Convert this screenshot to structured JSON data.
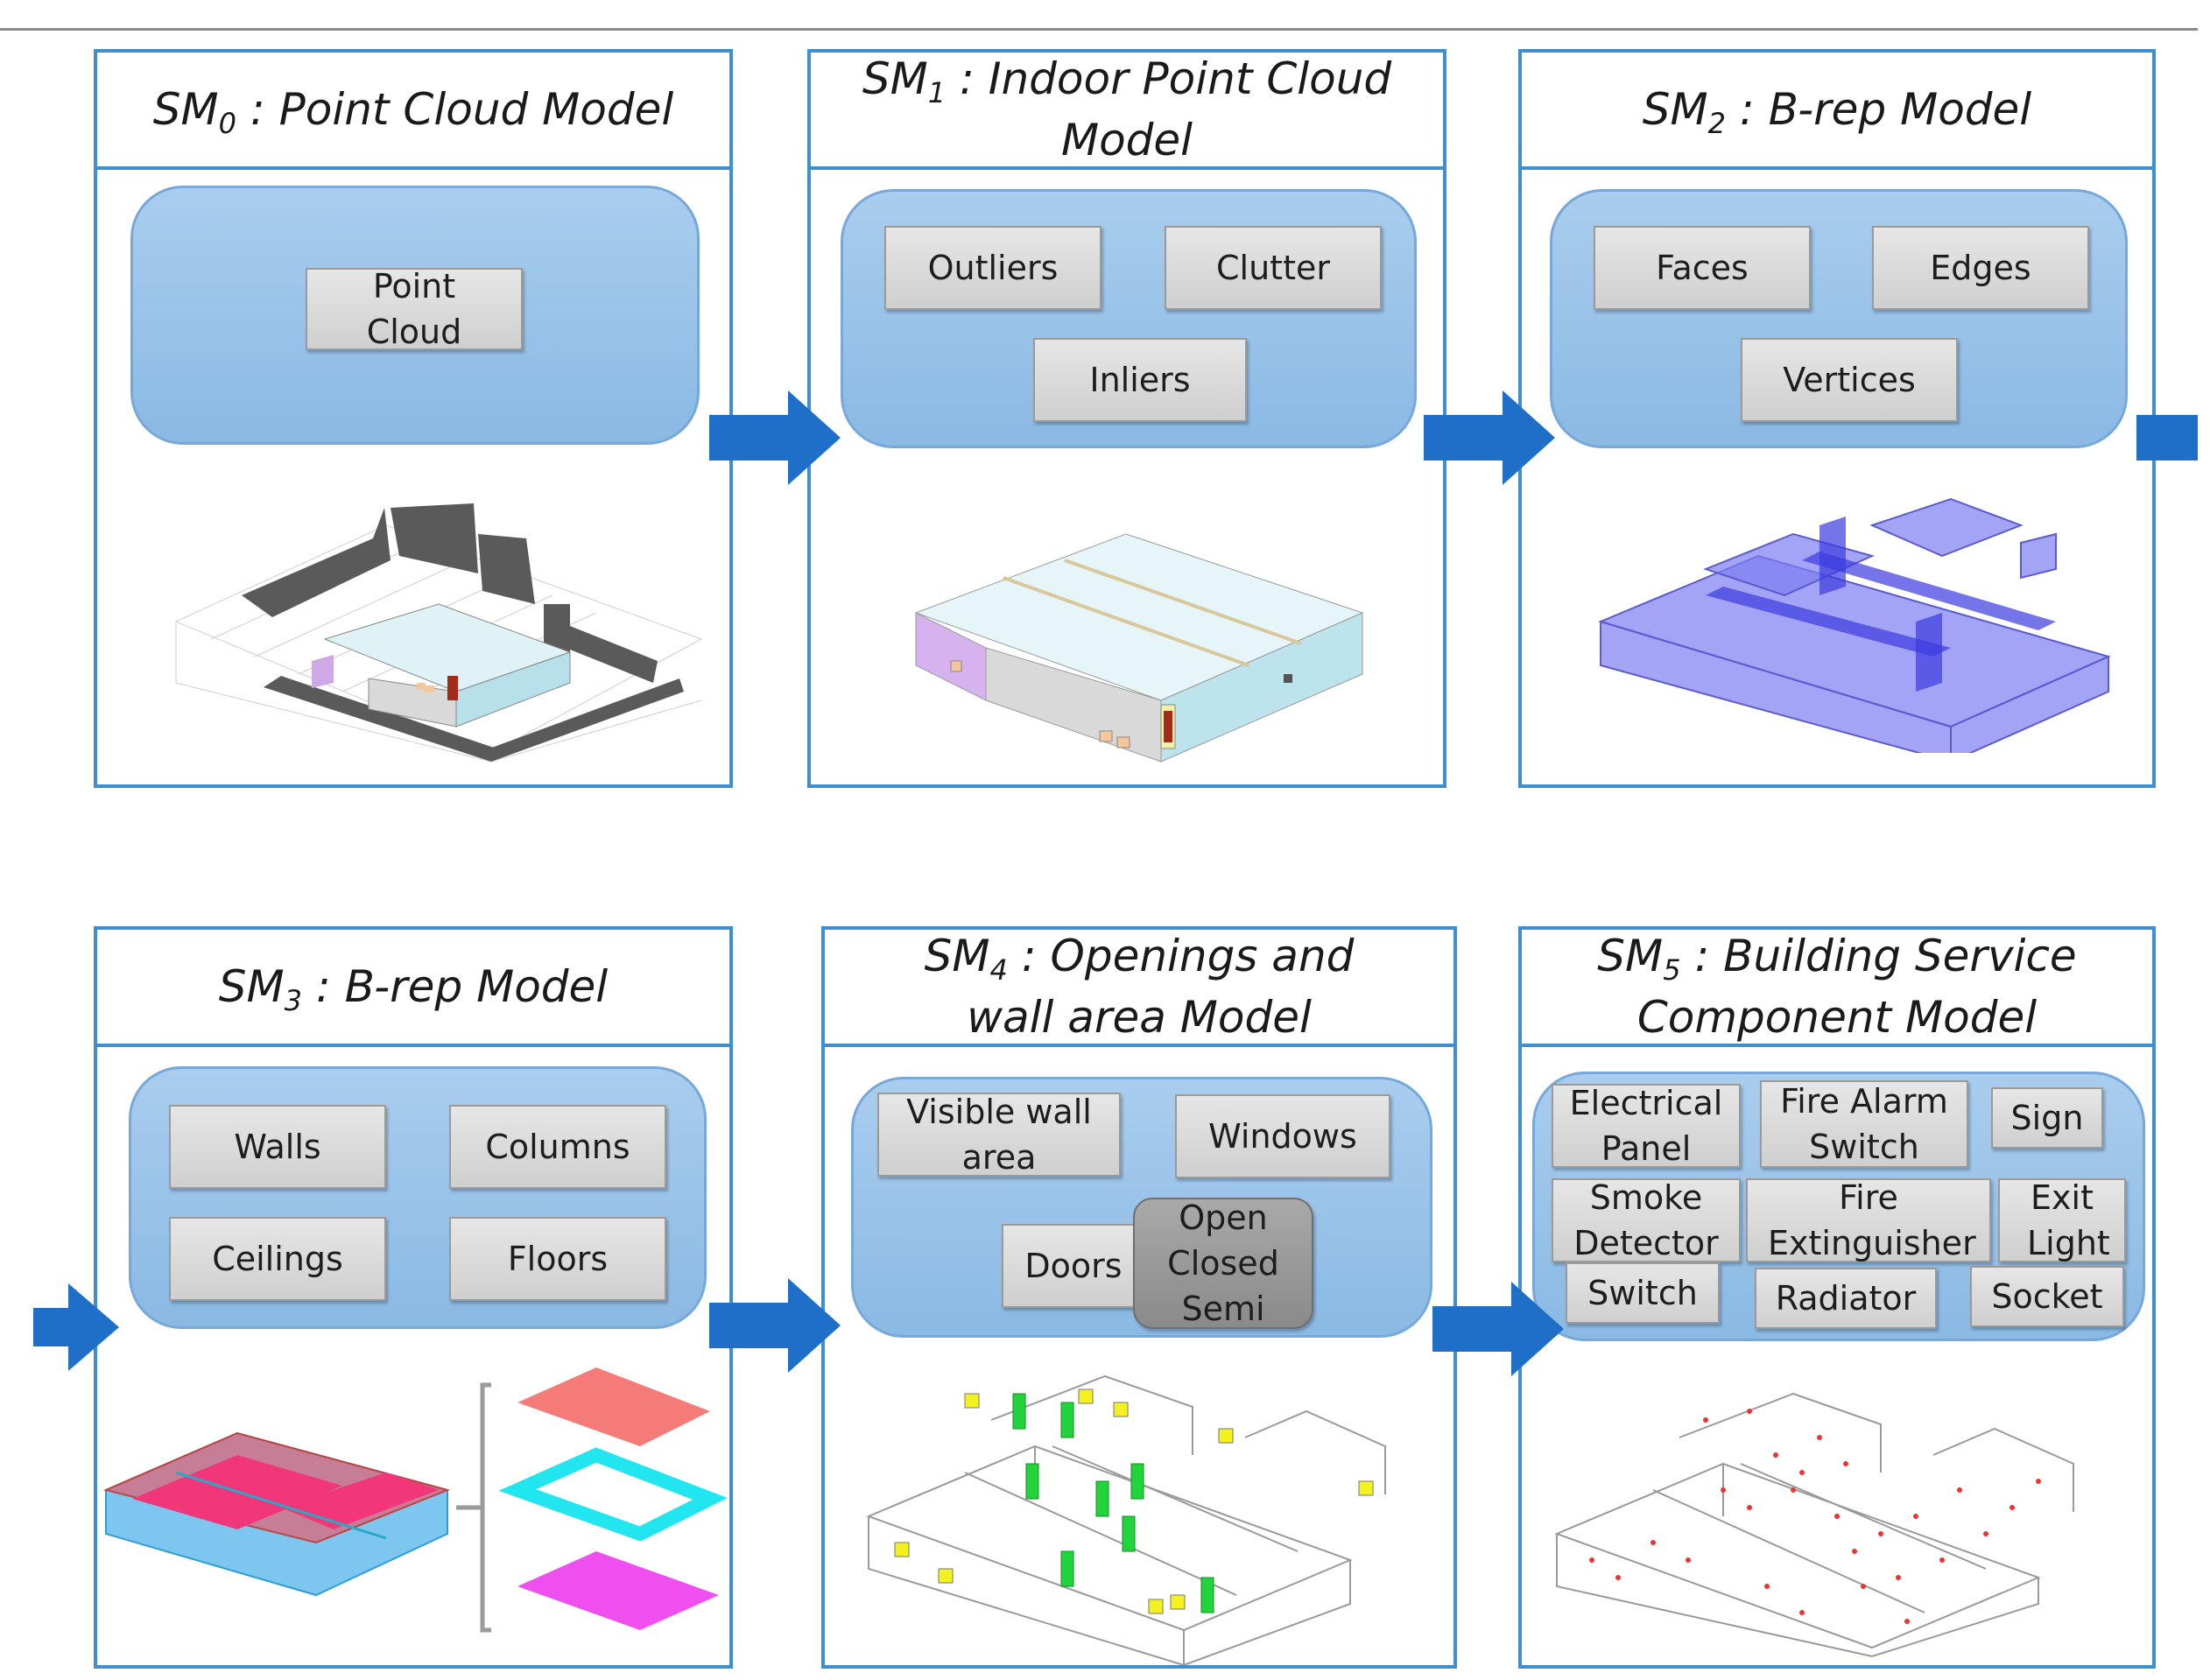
{
  "colors": {
    "panel_border": "#3d8fd0",
    "blob_fill": "#9cc4ea",
    "chip_fill": "#d9d9d9",
    "arrow_fill": "#1f6fc8"
  },
  "panels": [
    {
      "id": "sm0",
      "prefix": "SM",
      "index": "0",
      "title": " : Point Cloud Model",
      "title2": "",
      "chips": [
        "Point Cloud"
      ]
    },
    {
      "id": "sm1",
      "prefix": "SM",
      "index": "1",
      "title": " : Indoor Point Cloud",
      "title2": "Model",
      "chips": [
        "Outliers",
        "Clutter",
        "Inliers"
      ]
    },
    {
      "id": "sm2",
      "prefix": "SM",
      "index": "2",
      "title": " : B-rep Model",
      "title2": "",
      "chips": [
        "Faces",
        "Edges",
        "Vertices"
      ]
    },
    {
      "id": "sm3",
      "prefix": "SM",
      "index": "3",
      "title": " : B-rep Model",
      "title2": "",
      "chips": [
        "Walls",
        "Columns",
        "Ceilings",
        "Floors"
      ]
    },
    {
      "id": "sm4",
      "prefix": "SM",
      "index": "4",
      "title": " : Openings and",
      "title2": "wall area Model",
      "chips": [
        "Visible wall area",
        "Windows",
        "Doors",
        "Open Closed Semi"
      ]
    },
    {
      "id": "sm5",
      "prefix": "SM",
      "index": "5",
      "title": " : Building Service",
      "title2": "Component Model",
      "chips": [
        "Electrical Panel",
        "Fire Alarm Switch",
        "Sign",
        "Smoke Detector",
        "Fire Extinguisher",
        "Exit Light",
        "Switch",
        "Radiator",
        "Socket"
      ]
    }
  ]
}
